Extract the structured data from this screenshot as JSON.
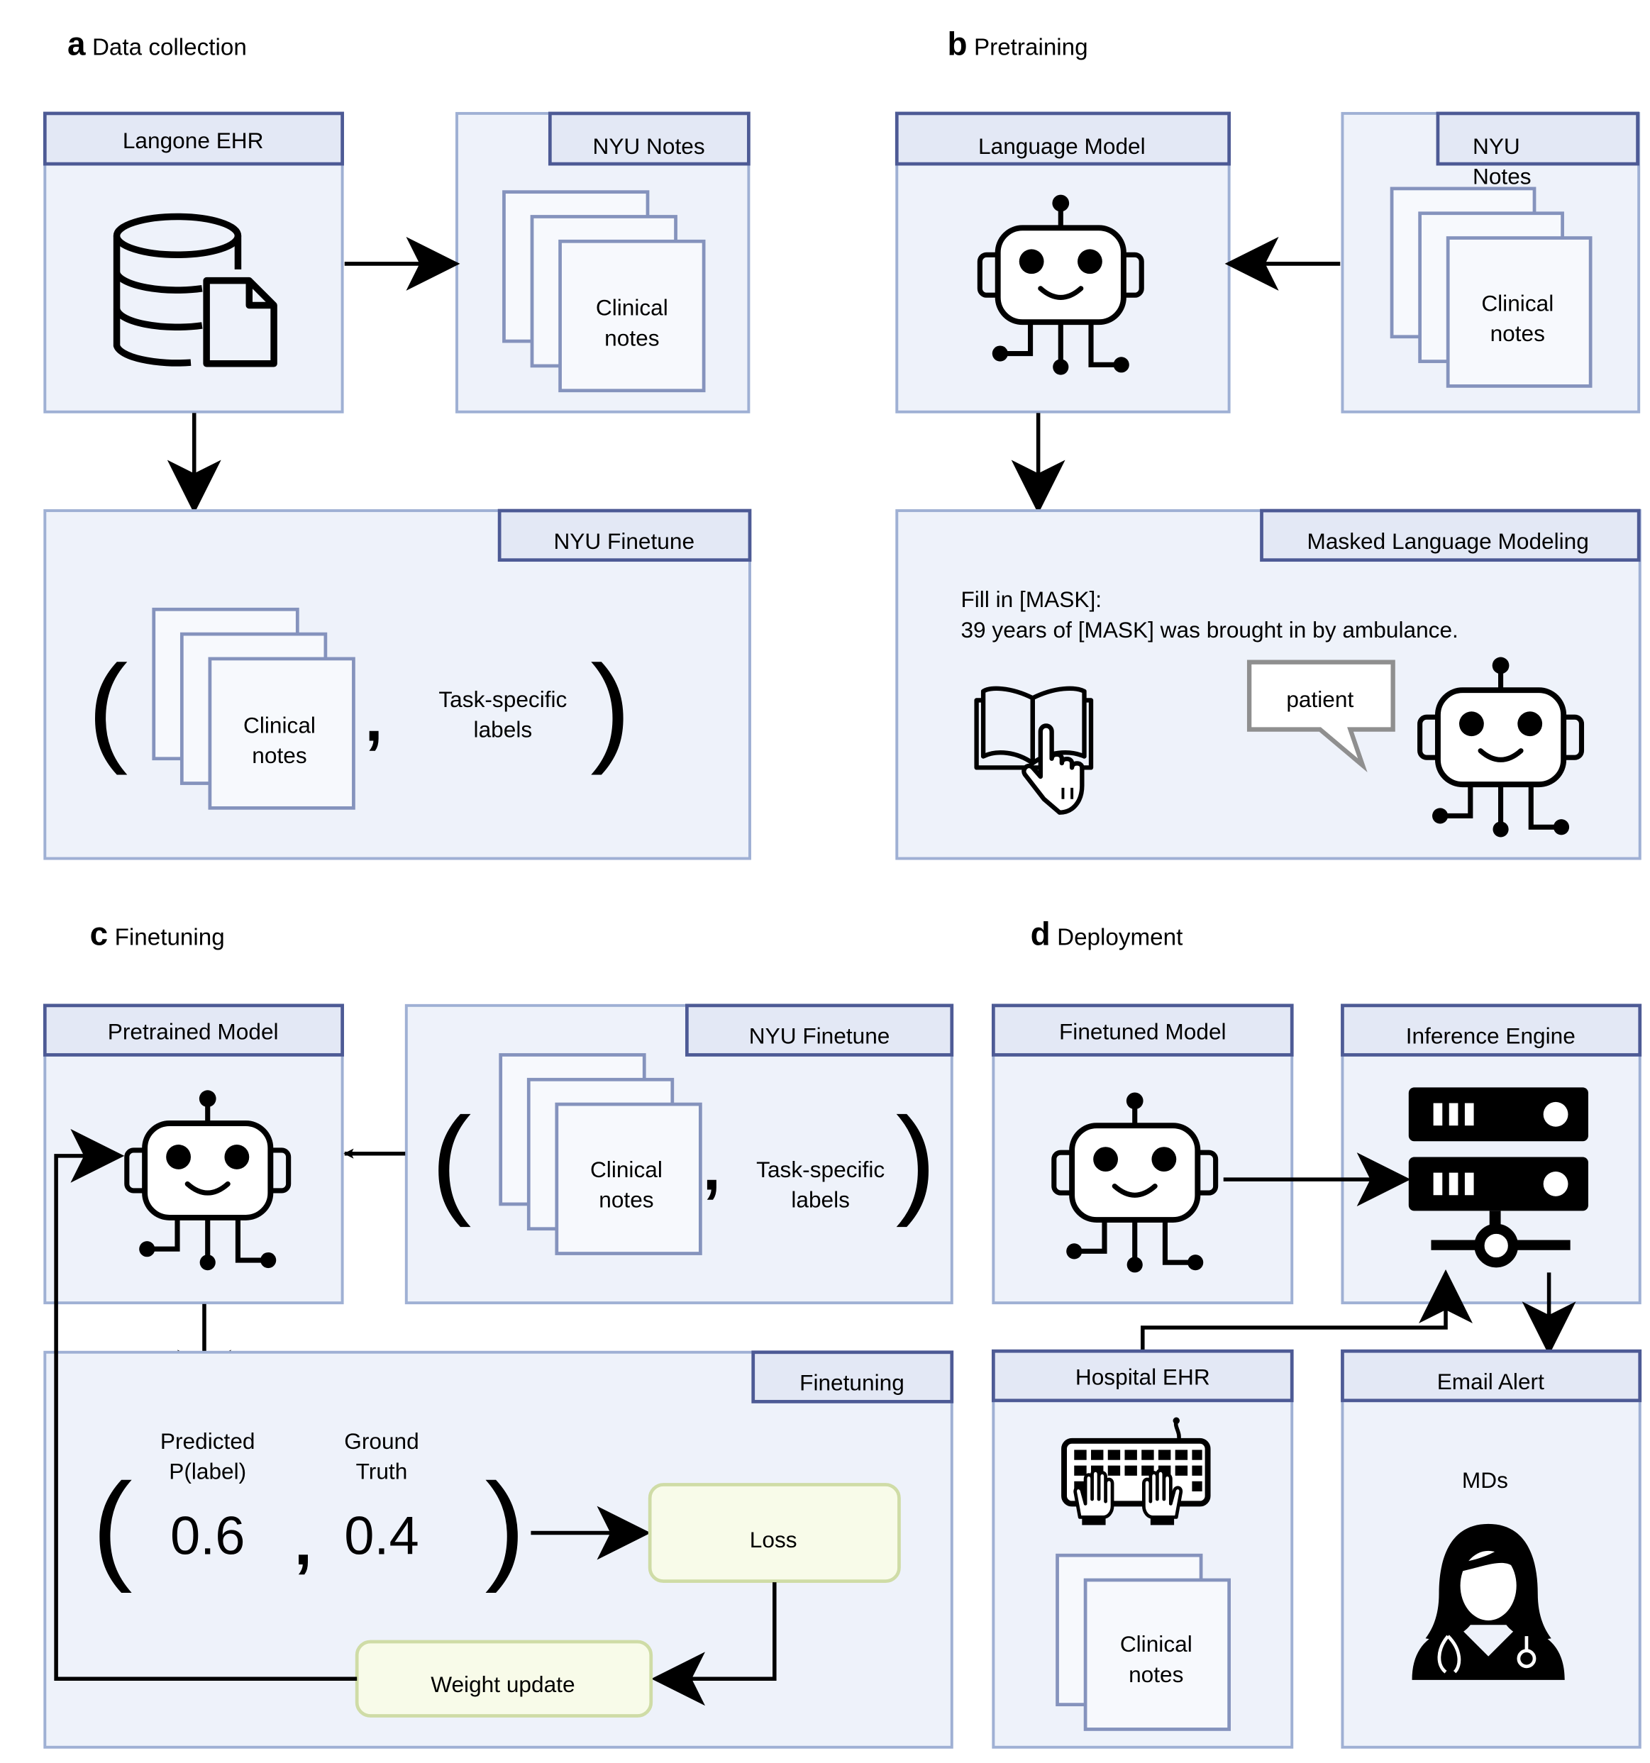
{
  "panels": {
    "a": {
      "letter": "a",
      "title": "Data collection"
    },
    "b": {
      "letter": "b",
      "title": "Pretraining"
    },
    "c": {
      "letter": "c",
      "title": "Finetuning"
    },
    "d": {
      "letter": "d",
      "title": "Deployment"
    }
  },
  "a": {
    "ehr_title": "Langone EHR",
    "notes_title": "NYU Notes",
    "notes_doc": [
      "Clinical",
      "notes"
    ],
    "finetune_title": "NYU Finetune",
    "finetune_doc": [
      "Clinical",
      "notes"
    ],
    "labels": [
      "Task-specific",
      "labels"
    ]
  },
  "b": {
    "lm_title": "Language Model",
    "notes_title": [
      "NYU",
      "Notes"
    ],
    "notes_doc": [
      "Clinical",
      "notes"
    ],
    "mlm_title": "Masked Language Modeling",
    "prompt": [
      "Fill in [MASK]:",
      "39 years of [MASK] was brought in by ambulance."
    ],
    "answer": "patient"
  },
  "c": {
    "pretrained_title": "Pretrained Model",
    "finetune_title": "NYU Finetune",
    "finetune_doc": [
      "Clinical",
      "notes"
    ],
    "labels": [
      "Task-specific",
      "labels"
    ],
    "finetuning_title": "Finetuning",
    "predicted_label": [
      "Predicted",
      "P(label)"
    ],
    "ground_truth_label": [
      "Ground",
      "Truth"
    ],
    "predicted_value": "0.6",
    "ground_truth_value": "0.4",
    "loss": "Loss",
    "weight_update": "Weight update"
  },
  "d": {
    "finetuned_title": "Finetuned Model",
    "inference_title": "Inference Engine",
    "hospital_title": "Hospital EHR",
    "hospital_doc": [
      "Clinical",
      "notes"
    ],
    "email_title": "Email Alert",
    "mds": "MDs"
  },
  "colors": {
    "panel_fill": "#eef2fa",
    "panel_border": "#9fb0d4",
    "header_fill": "#e3e8f5",
    "header_border": "#4d5a95",
    "doc_border": "#8593bd",
    "box_fill": "#f8fbe9",
    "box_border": "#cfdca6",
    "bubble_border": "#8f8f8f"
  }
}
